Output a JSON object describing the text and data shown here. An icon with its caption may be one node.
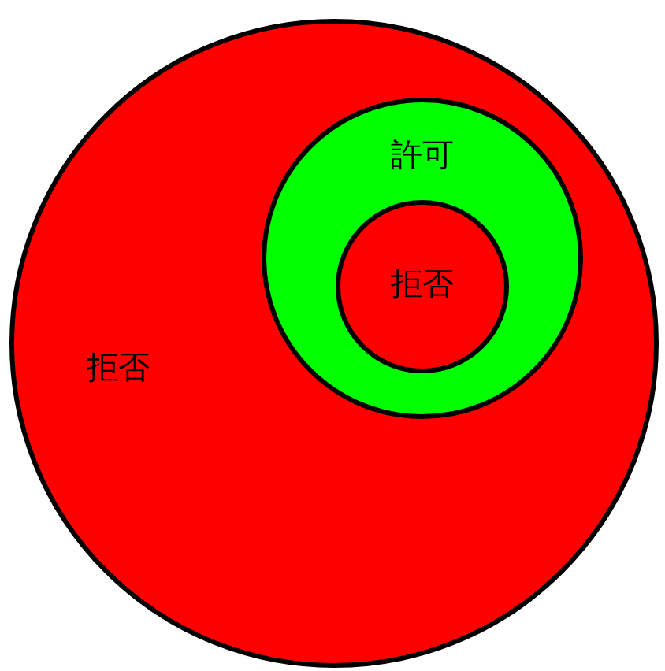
{
  "diagram": {
    "nodes": [
      {
        "text": [
          "拒否"
        ]
      },
      {
        "text": [
          "許可"
        ],
        "in": 0
      },
      {
        "text": [
          "拒否"
        ],
        "in": 1
      }
    ]
  }
}
